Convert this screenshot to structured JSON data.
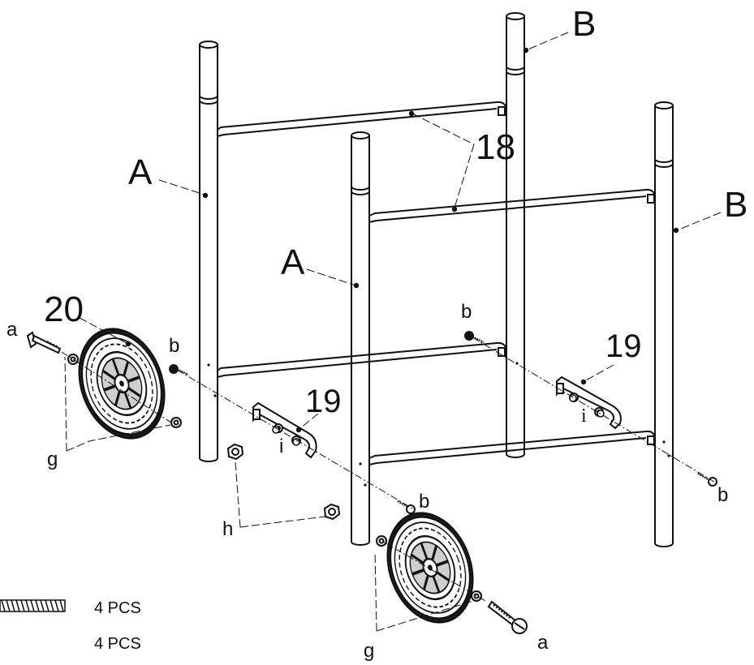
{
  "labels": {
    "A_left": "A",
    "A_mid": "A",
    "B_top": "B",
    "B_right": "B",
    "p18": "18",
    "p20": "20",
    "p19_left": "19",
    "p19_right": "19",
    "a_left": "a",
    "a_right": "a",
    "b_top_left": "b",
    "b_top_right": "b",
    "b_lower_mid": "b",
    "b_lower_right": "b",
    "g_left": "g",
    "g_bottom": "g",
    "h": "h",
    "i_left": "i",
    "i_right": "i"
  },
  "parts_list": [
    {
      "qty": "4 PCS",
      "icon": "threaded-bolt-icon"
    },
    {
      "qty": "4 PCS"
    }
  ],
  "colors": {
    "line": "#111111",
    "wheel_hub": "#cfcfcf",
    "paper": "#ffffff"
  }
}
